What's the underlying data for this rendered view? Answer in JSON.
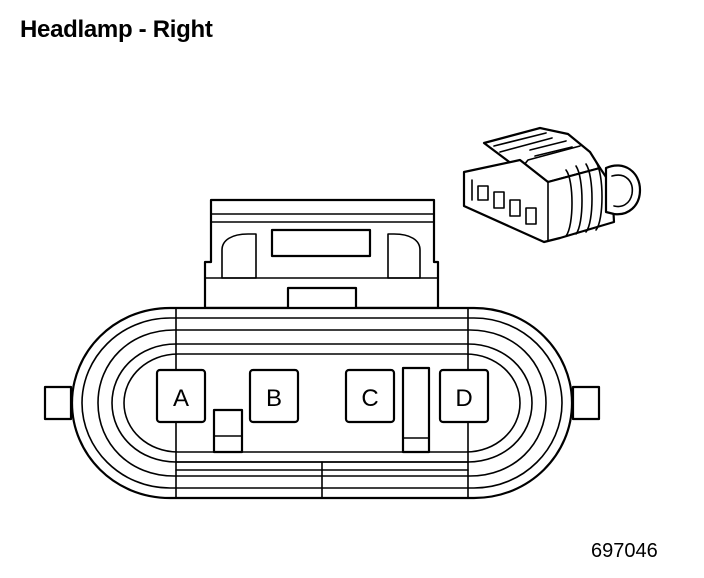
{
  "title": "Headlamp - Right",
  "figure_id": "697046",
  "pins": [
    {
      "label": "A"
    },
    {
      "label": "B"
    },
    {
      "label": "C"
    },
    {
      "label": "D"
    }
  ],
  "colors": {
    "line": "#000000",
    "background": "#ffffff"
  }
}
